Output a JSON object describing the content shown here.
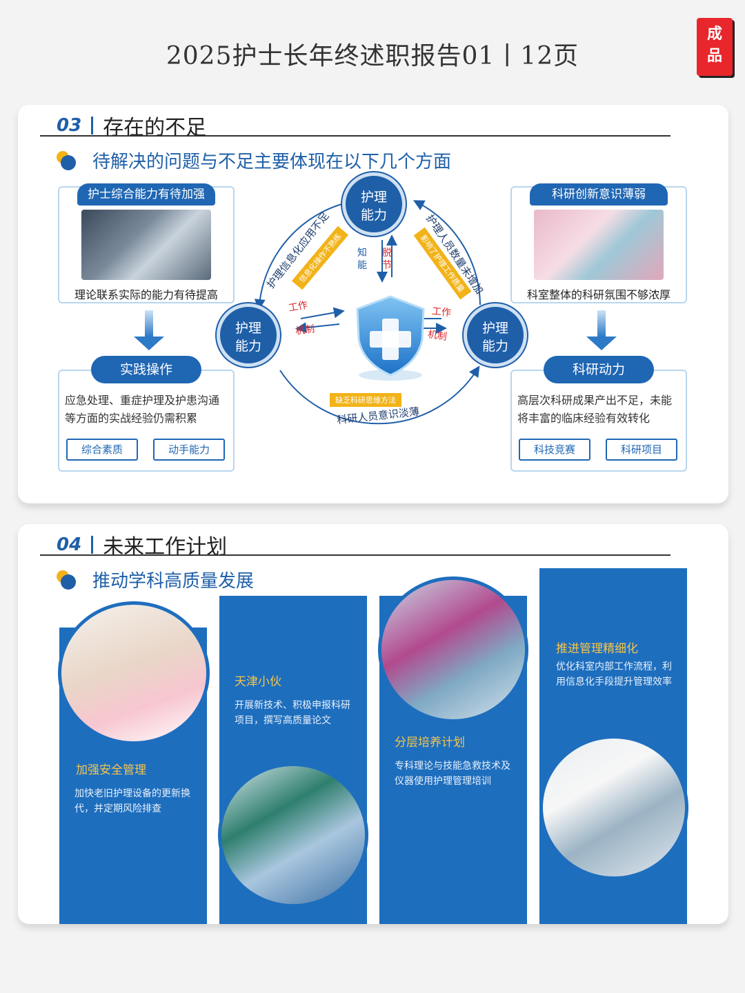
{
  "page": {
    "title": "2025护士长年终述职报告01丨12页",
    "badge_line1": "成",
    "badge_line2": "品"
  },
  "section3": {
    "number": "03",
    "title": "存在的不足",
    "subtitle": "待解决的问题与不足主要体现在以下几个方面",
    "left": {
      "tab": "护士综合能力有待加强",
      "caption": "理论联系实际的能力有待提高",
      "pill": "实践操作",
      "text": "应急处理、重症护理及护患沟通等方面的实战经验仍需积累",
      "btn1": "综合素质",
      "btn2": "动手能力"
    },
    "right": {
      "tab": "科研创新意识薄弱",
      "caption": "科室整体的科研氛围不够浓厚",
      "pill": "科研动力",
      "text": "高层次科研成果产出不足，未能将丰富的临床经验有效转化",
      "btn1": "科技竞赛",
      "btn2": "科研项目"
    },
    "diagram": {
      "top_circle": "护理能力",
      "left_circle": "护理能力",
      "right_circle": "护理能力",
      "arc_left": "护理信息化应用不足",
      "tag_left": "信息化操作不熟练",
      "arc_right": "护理人员数量未增加",
      "tag_right": "影响了护理工作质量",
      "arc_bottom": "科研人员意识淡薄",
      "tag_bottom": "缺乏科研思维方法",
      "vert_left": "知能",
      "vert_right": "脱节",
      "work_left": "工作",
      "mech_left": "机制",
      "work_right": "工作",
      "mech_right": "机制"
    }
  },
  "section4": {
    "number": "04",
    "title": "未来工作计划",
    "subtitle": "推动学科高质量发展",
    "col1": {
      "label": "加强安全管理",
      "text": "加快老旧护理设备的更新换代，并定期风险排查"
    },
    "col2": {
      "label": "天津小伙",
      "text": "开展新技术、积极申报科研项目，撰写高质量论文"
    },
    "col3": {
      "label": "分层培养计划",
      "text": "专科理论与技能急救技术及仪器使用护理管理培训"
    },
    "col4": {
      "label": "推进管理精细化",
      "text": "优化科室内部工作流程，利用信息化手段提升管理效率"
    }
  }
}
